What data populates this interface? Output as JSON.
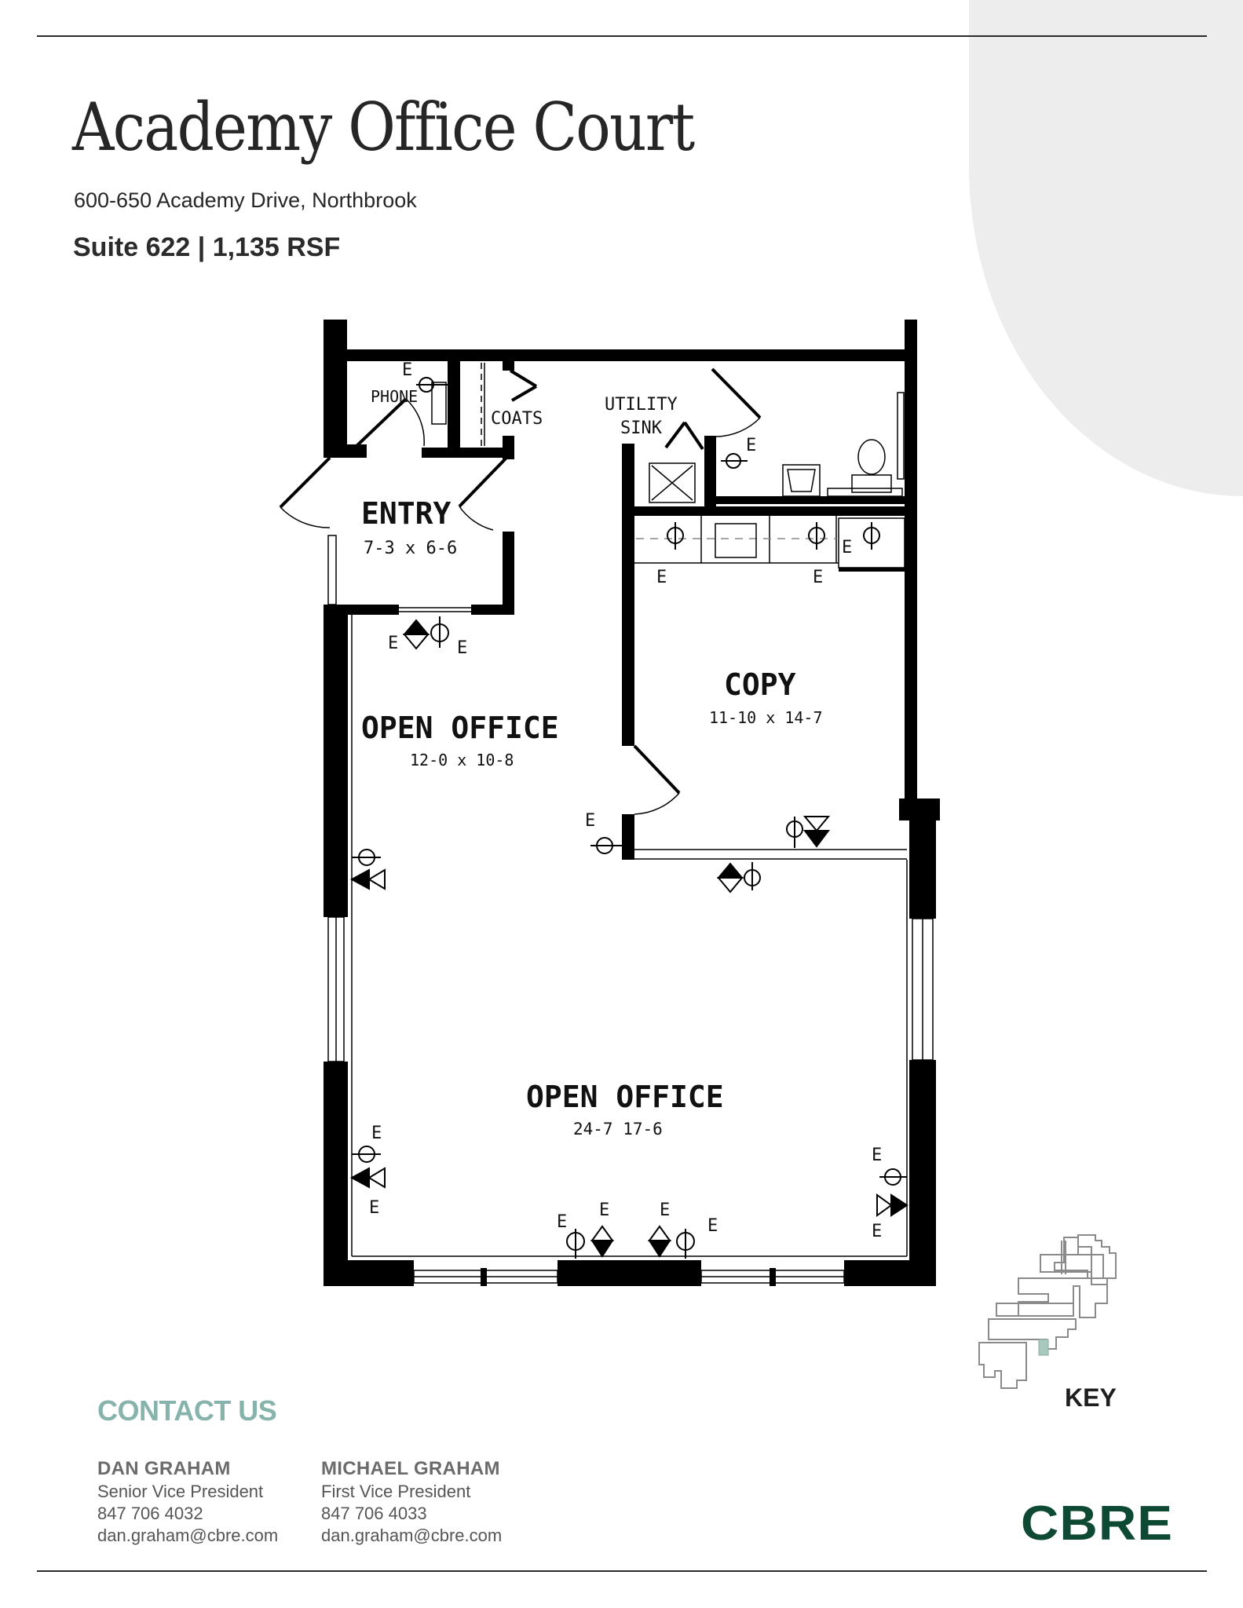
{
  "header": {
    "title": "Academy Office Court",
    "address": "600-650 Academy Drive, Northbrook",
    "suite": "Suite 622 | 1,135 RSF"
  },
  "floor_plan": {
    "rooms": [
      {
        "name": "PHONE",
        "dims": ""
      },
      {
        "name": "COATS",
        "dims": ""
      },
      {
        "name": "UTILITY",
        "dims": ""
      },
      {
        "name": "SINK",
        "dims": ""
      },
      {
        "name": "ENTRY",
        "dims": "7-3  x  6-6"
      },
      {
        "name": "COPY",
        "dims": "11-10  x  14-7"
      },
      {
        "name": "OPEN  OFFICE",
        "dims": "12-0  x  10-8"
      },
      {
        "name": "OPEN  OFFICE",
        "dims": "24-7     17-6"
      }
    ],
    "outlet_marker": "E"
  },
  "key": {
    "label": "KEY",
    "highlight_color": "#a9c9bd"
  },
  "contact": {
    "heading": "CONTACT US",
    "heading_color": "#86b3ab",
    "people": [
      {
        "name": "DAN GRAHAM",
        "title": "Senior Vice President",
        "phone": "847 706 4032",
        "email": "dan.graham@cbre.com"
      },
      {
        "name": "MICHAEL GRAHAM",
        "title": "First Vice President",
        "phone": "847 706 4033",
        "email": "dan.graham@cbre.com"
      }
    ]
  },
  "brand": {
    "logo_text": "CBRE",
    "color": "#0e4a33"
  }
}
